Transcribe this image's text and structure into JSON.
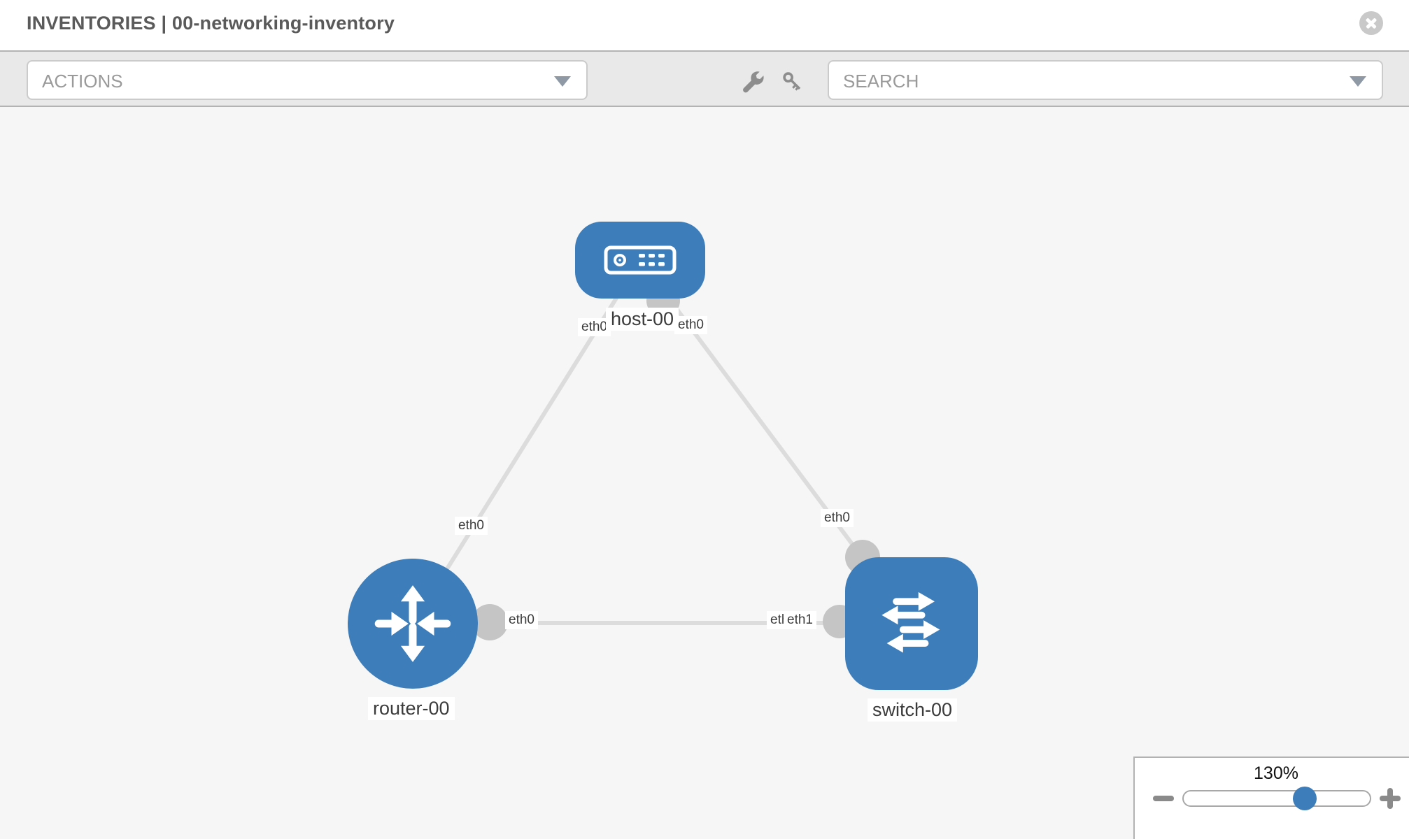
{
  "header": {
    "title": "INVENTORIES | 00-networking-inventory"
  },
  "toolbar": {
    "actions_label": "ACTIONS",
    "search_placeholder": "SEARCH"
  },
  "topology": {
    "nodes": [
      {
        "id": "host-00",
        "label": "host-00",
        "type": "host"
      },
      {
        "id": "router-00",
        "label": "router-00",
        "type": "router"
      },
      {
        "id": "switch-00",
        "label": "switch-00",
        "type": "switch"
      }
    ],
    "links": [
      {
        "source": "host-00",
        "target": "router-00",
        "source_interface": "eth0",
        "target_interface": "eth0"
      },
      {
        "source": "host-00",
        "target": "switch-00",
        "source_interface": "eth0",
        "target_interface": "eth0"
      },
      {
        "source": "router-00",
        "target": "switch-00",
        "source_interface": "eth0",
        "target_interface": "eth1",
        "target_interface_overlapped": "eth0"
      }
    ]
  },
  "zoom_control": {
    "level": "130%"
  },
  "colors": {
    "node_fill": "#3d7dba",
    "link_line": "#dcdcdc",
    "endpoint_fill": "#c5c5c5",
    "toolbar_bg": "#e9e9e9",
    "canvas_bg": "#f6f6f6",
    "title_text": "#5a5a5a",
    "muted_text": "#9a9a9a",
    "label_text": "#3c3c3c"
  },
  "icons": {
    "close": "close-icon",
    "wrench": "wrench-icon",
    "key": "key-icon",
    "dropdown_caret": "chevron-down-icon",
    "zoom_out": "minus-icon",
    "zoom_in": "plus-icon"
  }
}
